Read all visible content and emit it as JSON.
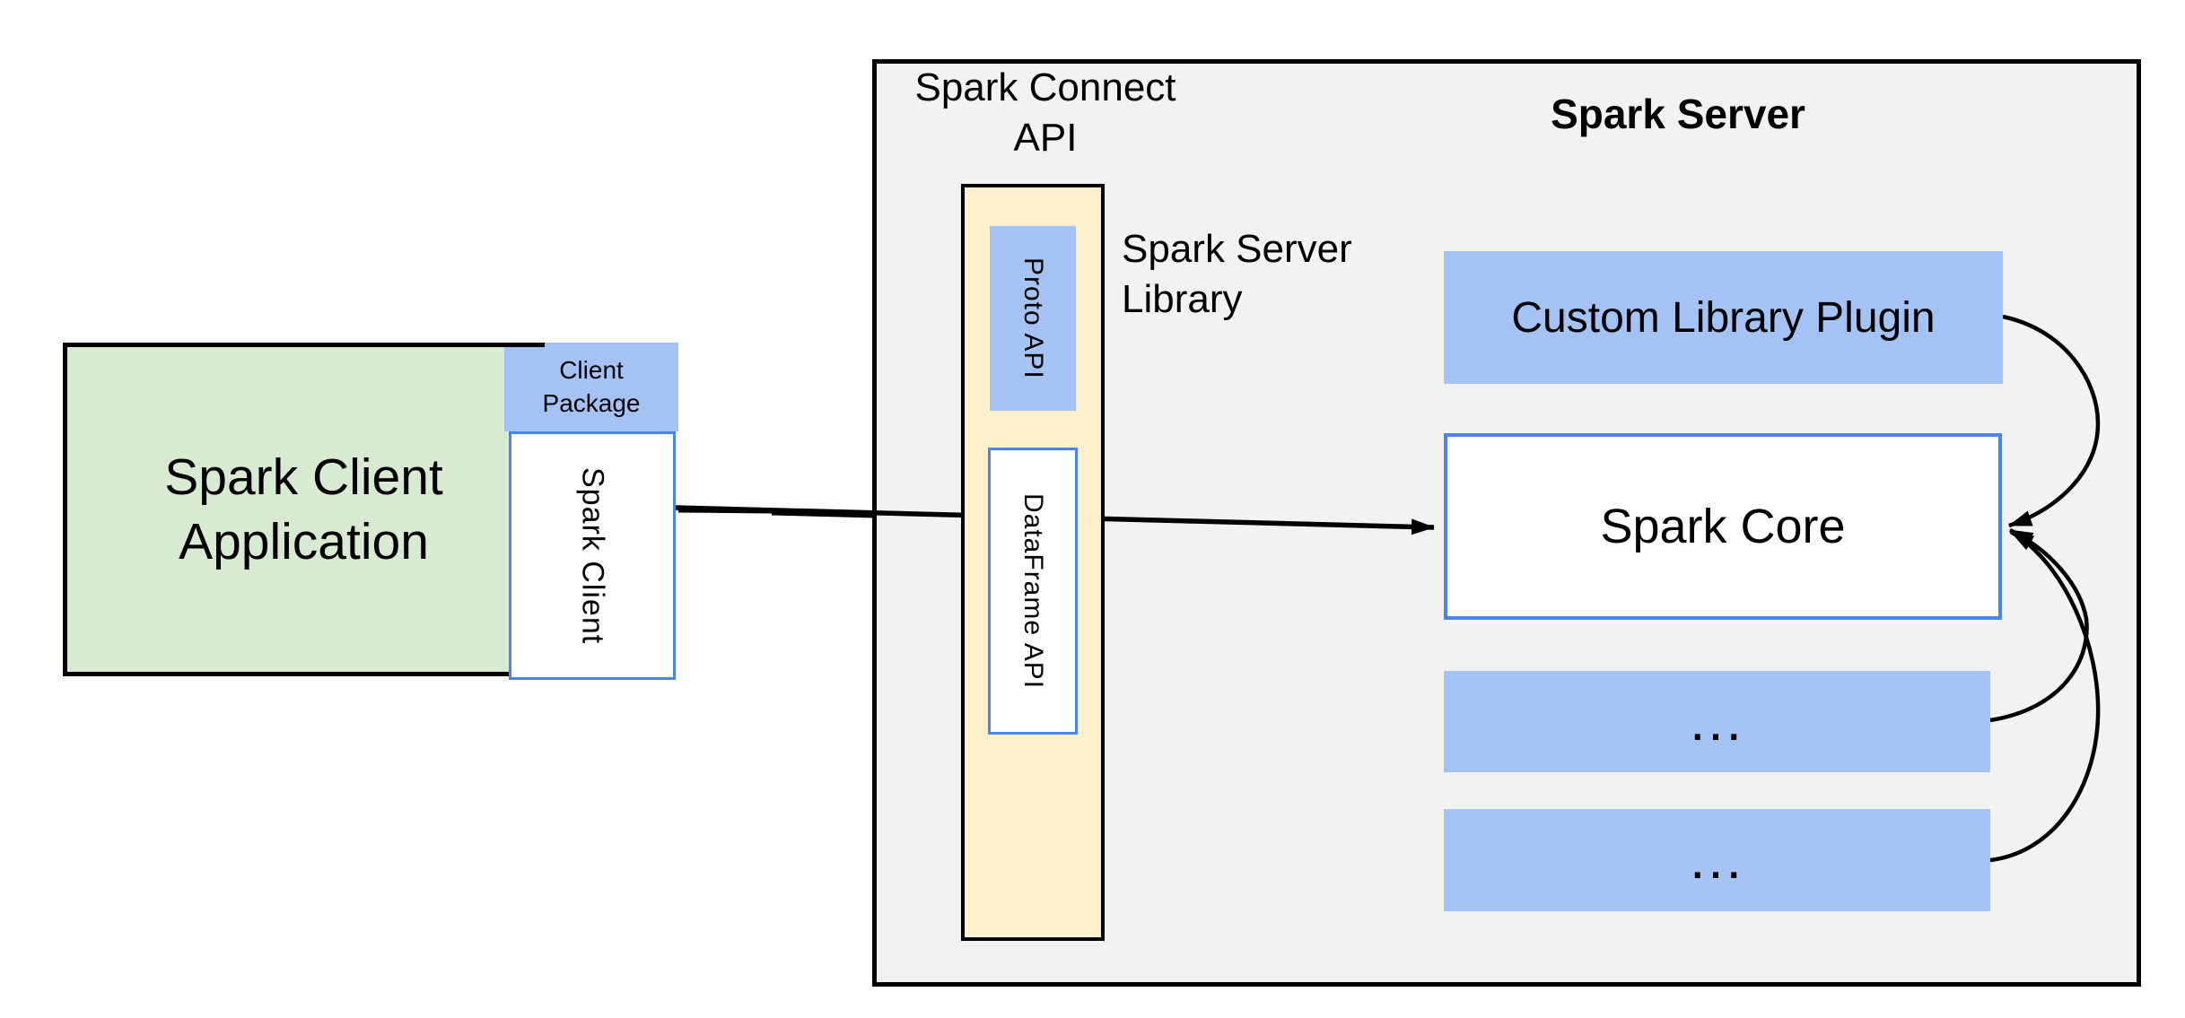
{
  "colors": {
    "canvas_bg": "#ffffff",
    "panel_gray": "#f2f2f2",
    "green_fill": "#d9ead3",
    "blue_fill": "#a4c2f4",
    "yellow_fill": "#fdf0cd",
    "blue_border": "#4a86e8",
    "ink": "#000000"
  },
  "client": {
    "app_label": "Spark Client Application",
    "package_label": "Client Package",
    "client_label": "Spark Client"
  },
  "connect": {
    "title": "Spark Connect API",
    "library_label": "Spark Server Library",
    "proto_label": "Proto API",
    "dataframe_label": "DataFrame API"
  },
  "server": {
    "title": "Spark Server",
    "plugin_label": "Custom Library Plugin",
    "core_label": "Spark Core",
    "module1_label": "...",
    "module2_label": "..."
  }
}
